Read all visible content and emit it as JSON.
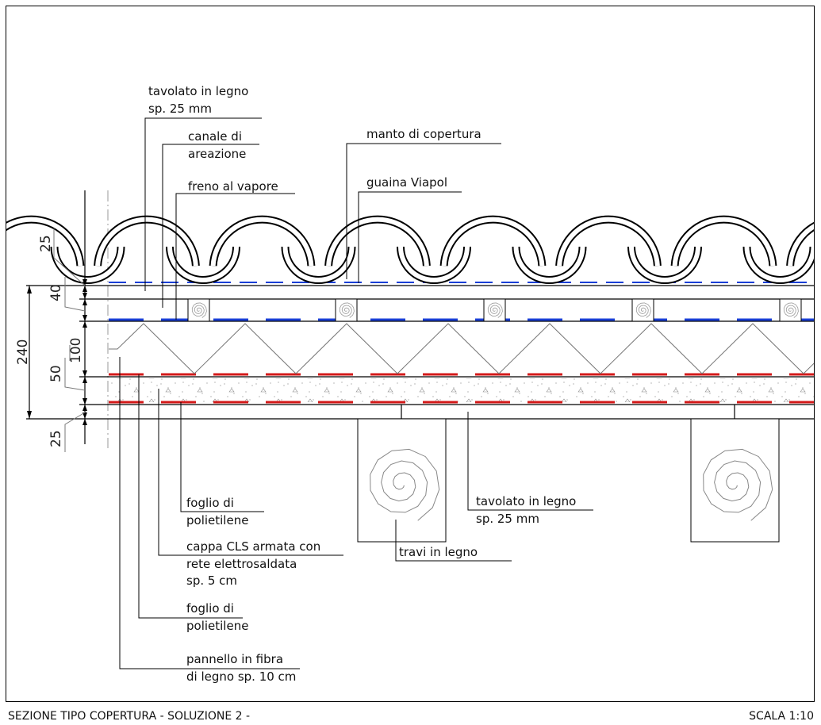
{
  "labels": {
    "tavolato_top": [
      "tavolato in legno",
      "sp. 25 mm"
    ],
    "canale": [
      "canale di",
      "areazione"
    ],
    "freno": "freno al vapore",
    "manto": "manto di copertura",
    "guaina": "guaina Viapol",
    "foglio1": [
      "foglio di",
      "polietilene"
    ],
    "cappa": [
      "cappa CLS armata con",
      "rete elettrosaldata",
      "sp. 5 cm"
    ],
    "foglio2": [
      "foglio di",
      "polietilene"
    ],
    "pannello": [
      "pannello in fibra",
      "di legno sp. 10 cm"
    ],
    "tavolato_bottom": [
      "tavolato in legno",
      "sp. 25 mm"
    ],
    "travi": "travi in legno"
  },
  "dimensions": {
    "total": "240",
    "d1": "25",
    "d2": "40",
    "d3": "100",
    "d4": "50",
    "d5": "25"
  },
  "footer": {
    "title": "SEZIONE TIPO COPERTURA - SOLUZIONE 2 -",
    "scale": "SCALA 1:10"
  },
  "colors": {
    "vapor_barrier": "#1a3fd6",
    "polyethylene": "#d41a1a"
  }
}
